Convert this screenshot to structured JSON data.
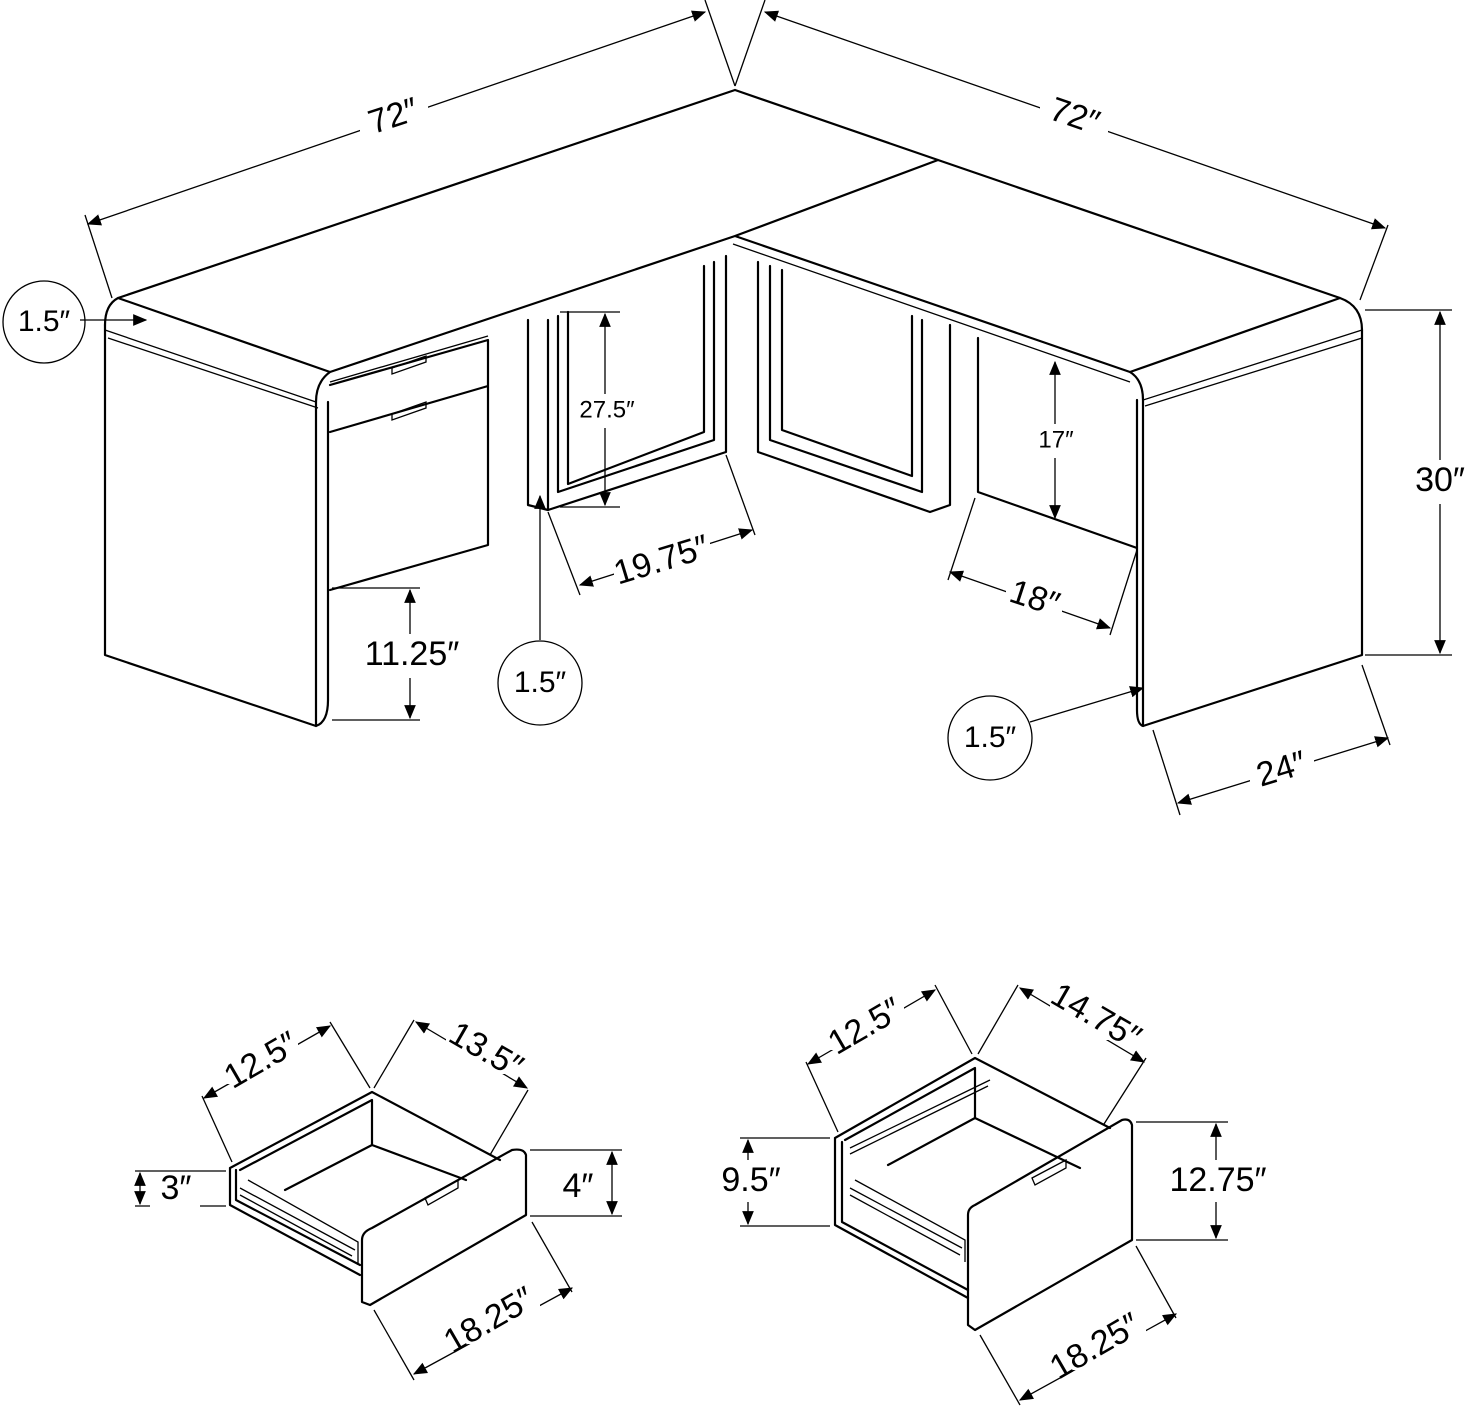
{
  "desk": {
    "width_left": "72″",
    "width_right": "72″",
    "height": "30″",
    "depth": "24″",
    "top_thickness": "1.5″",
    "panel_thickness_mid": "1.5″",
    "panel_thickness_right": "1.5″",
    "kneehole_height": "27.5″",
    "kneehole_width": "19.75″",
    "right_opening_height": "17″",
    "right_opening_depth": "18″",
    "under_drawer_clearance": "11.25″"
  },
  "drawer_small": {
    "side_width": "12.5″",
    "side_depth": "13.5″",
    "inner_height": "3″",
    "front_height": "4″",
    "front_width": "18.25″"
  },
  "drawer_large": {
    "side_width": "12.5″",
    "side_depth": "14.75″",
    "inner_height": "9.5″",
    "front_height": "12.75″",
    "front_width": "18.25″"
  }
}
